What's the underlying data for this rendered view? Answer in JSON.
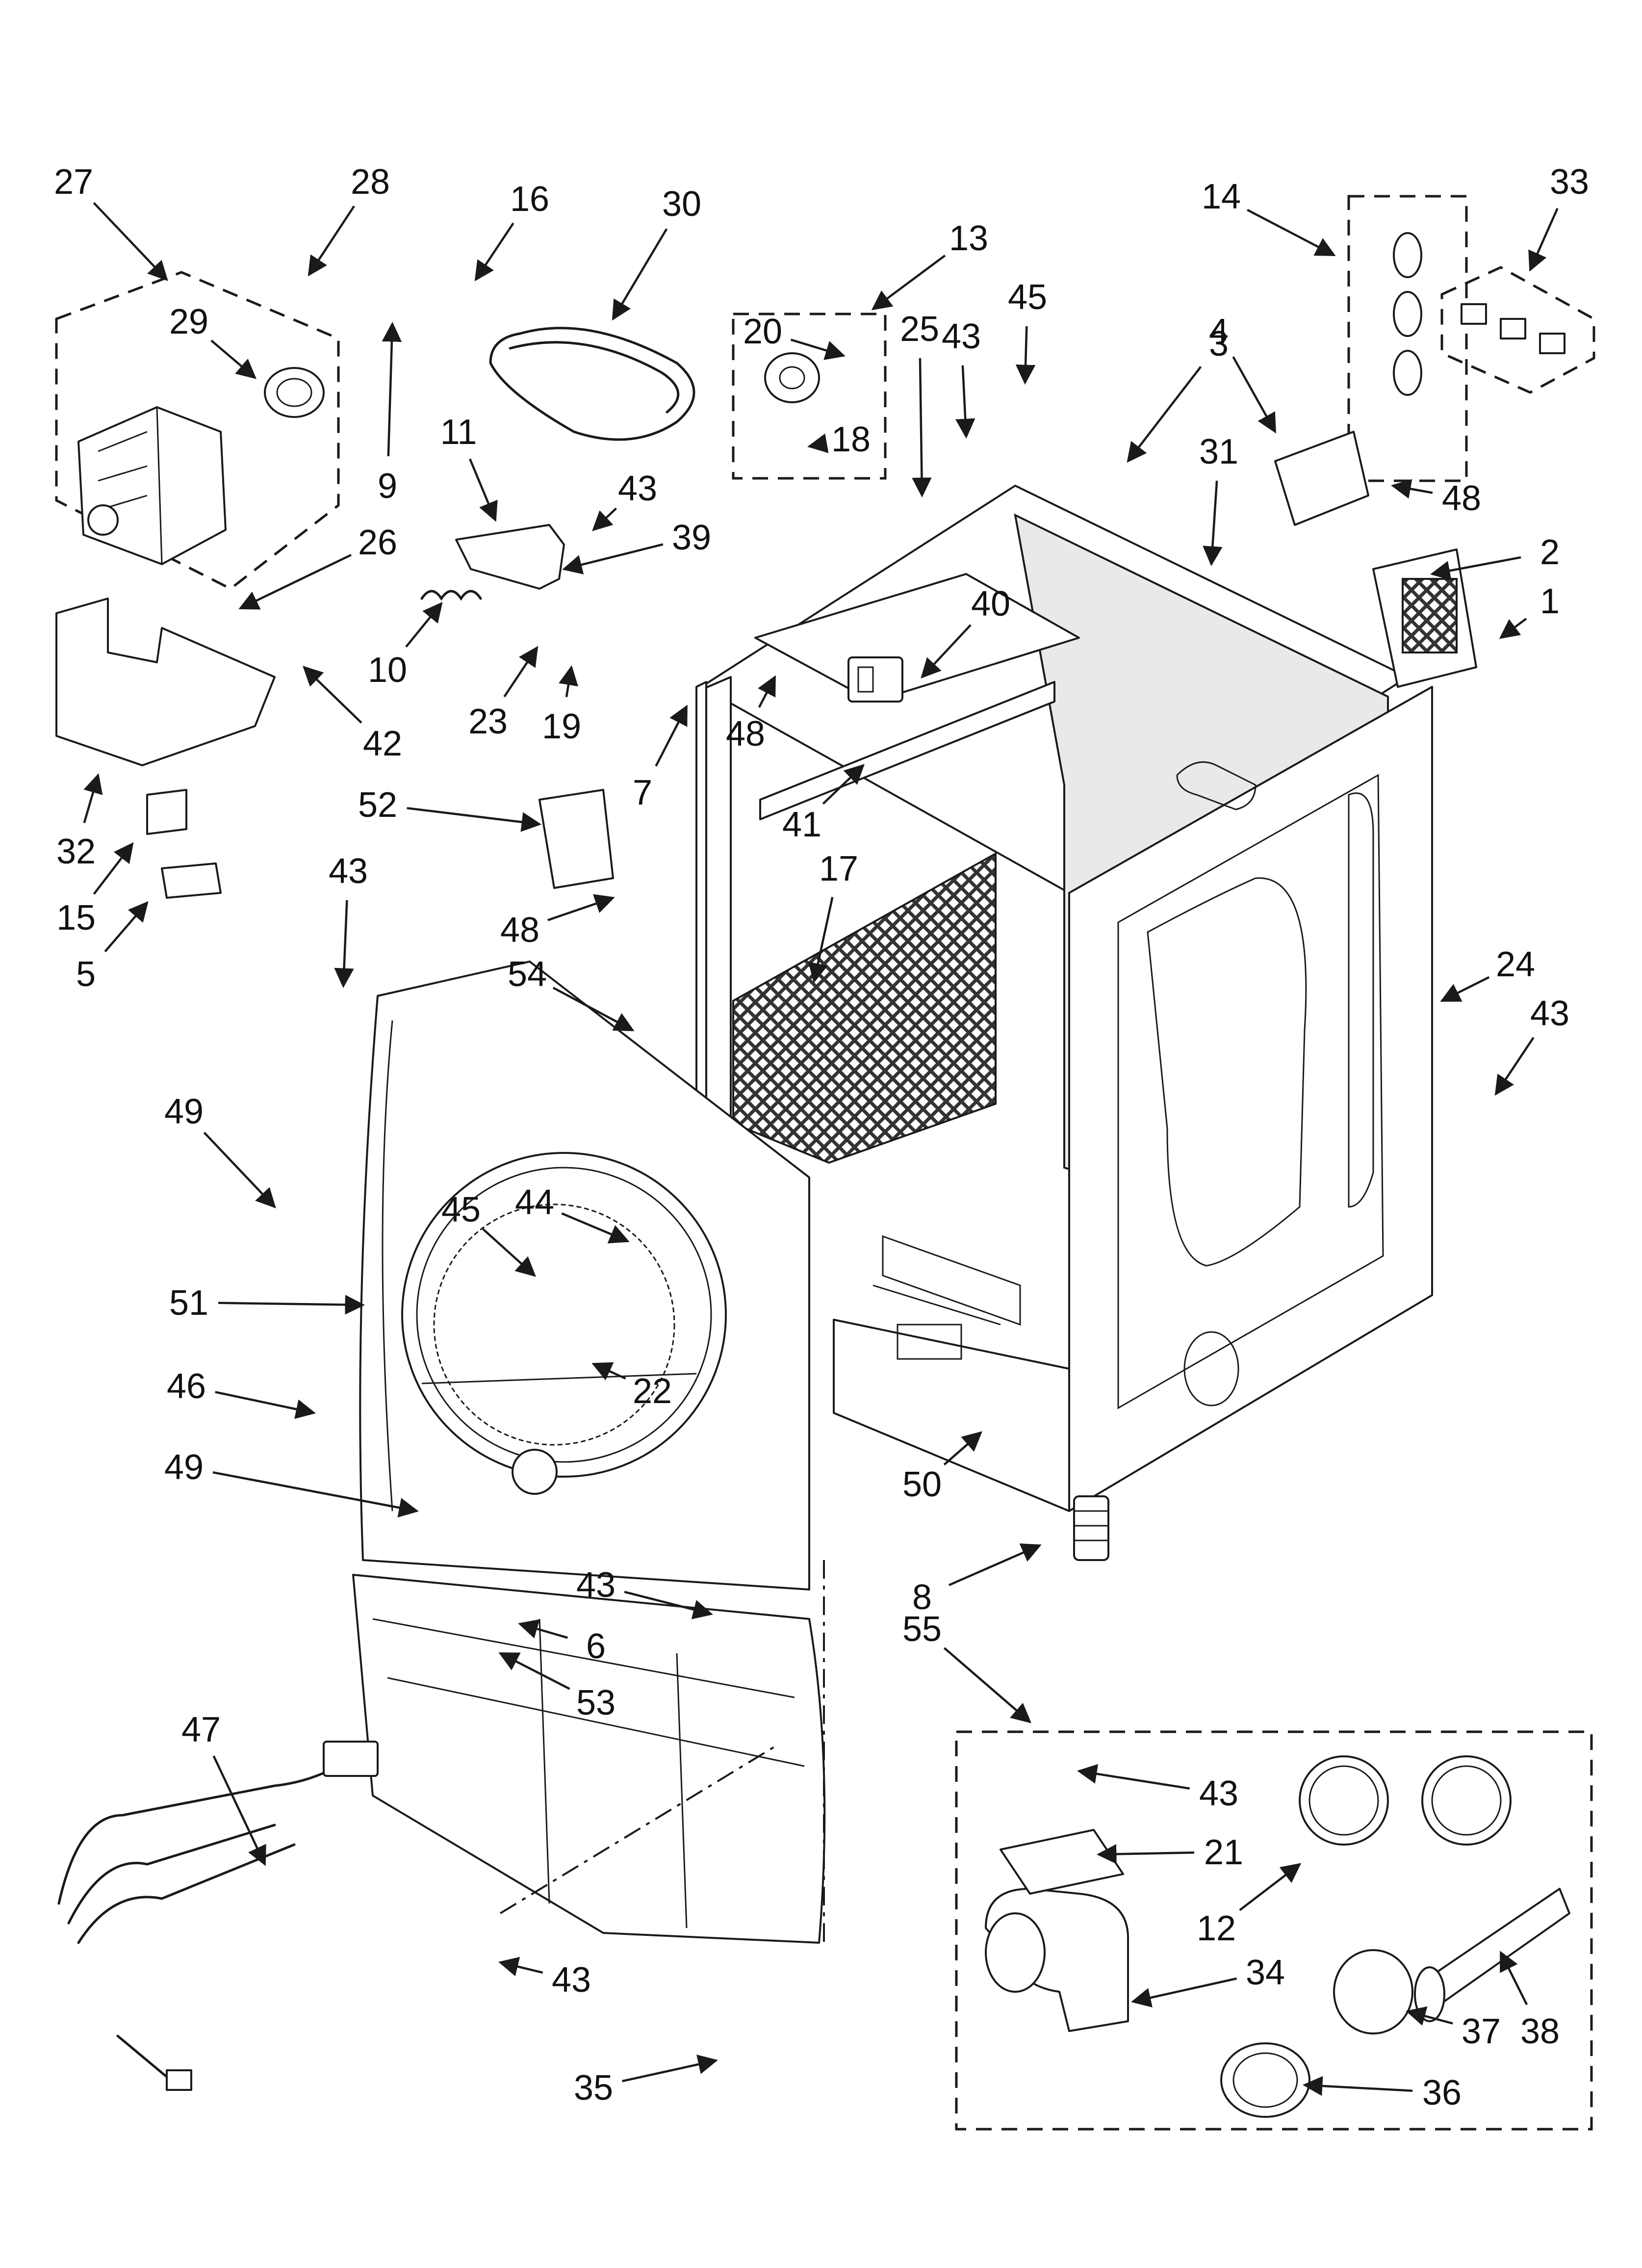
{
  "diagram_title": "",
  "callouts": [
    "1",
    "2",
    "3",
    "4",
    "5",
    "6",
    "7",
    "8",
    "9",
    "10",
    "11",
    "12",
    "13",
    "14",
    "15",
    "16",
    "17",
    "18",
    "19",
    "20",
    "21",
    "22",
    "23",
    "24",
    "25",
    "26",
    "27",
    "28",
    "29",
    "30",
    "31",
    "32",
    "33",
    "34",
    "35",
    "36",
    "37",
    "38",
    "39",
    "40",
    "41",
    "42",
    "43",
    "43",
    "43",
    "43",
    "43",
    "43",
    "43",
    "44",
    "45",
    "45",
    "46",
    "47",
    "48",
    "48",
    "48",
    "49",
    "49",
    "50",
    "51",
    "52",
    "53",
    "54",
    "55"
  ],
  "colors": {
    "line": "#1a1a1a",
    "background": "#ffffff",
    "shade": "#e9e9e9"
  }
}
